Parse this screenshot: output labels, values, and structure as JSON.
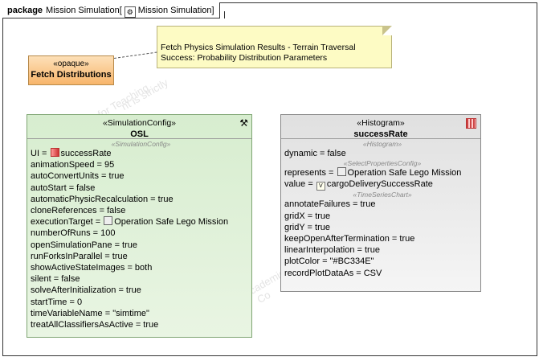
{
  "frame": {
    "keyword": "package",
    "name": "Mission Simulation[",
    "ref": "Mission Simulation]"
  },
  "opaque": {
    "stereotype": "«opaque»",
    "name": "Fetch Distributions"
  },
  "note": {
    "line1": "Fetch Physics Simulation Results - Terrain Traversal",
    "line2": "Success: Probability Distribution Parameters"
  },
  "osl": {
    "stereotype": "«SimulationConfig»",
    "name": "OSL",
    "section": "«SimulationConfig»",
    "rows": [
      "UI = ",
      "animationSpeed = 95",
      "autoConvertUnits = true",
      "autoStart = false",
      "automaticPhysicRecalculation = true",
      "cloneReferences = false",
      "executionTarget = ",
      "numberOfRuns = 100",
      "openSimulationPane = true",
      "runForksInParallel = true",
      "showActiveStateImages = both",
      "silent = false",
      "solveAfterInitialization = true",
      "startTime = 0",
      "timeVariableName = \"simtime\"",
      "treatAllClassifiersAsActive = true"
    ],
    "ui_value": "successRate",
    "exec_value": "Operation Safe Lego Mission"
  },
  "success": {
    "stereotype": "«Histogram»",
    "name": "successRate",
    "section1": "«Histogram»",
    "row_dynamic": "dynamic = false",
    "section2": "«SelectPropertiesConfig»",
    "represents_label": "represents = ",
    "represents_value": "Operation Safe Lego Mission",
    "value_label": "value = ",
    "value_value": "cargoDeliverySuccessRate",
    "section3": "«TimeSeriesChart»",
    "rows": [
      "annotateFailures = true",
      "gridX = true",
      "gridY = true",
      "keepOpenAfterTermination = true",
      "linearInterpolation = true",
      "plotColor = \"#BC334E\"",
      "recordPlotDataAs = CSV"
    ]
  },
  "watermarks": [
    "for Teaching",
    "nt is strictly",
    "Academic",
    "Co"
  ]
}
